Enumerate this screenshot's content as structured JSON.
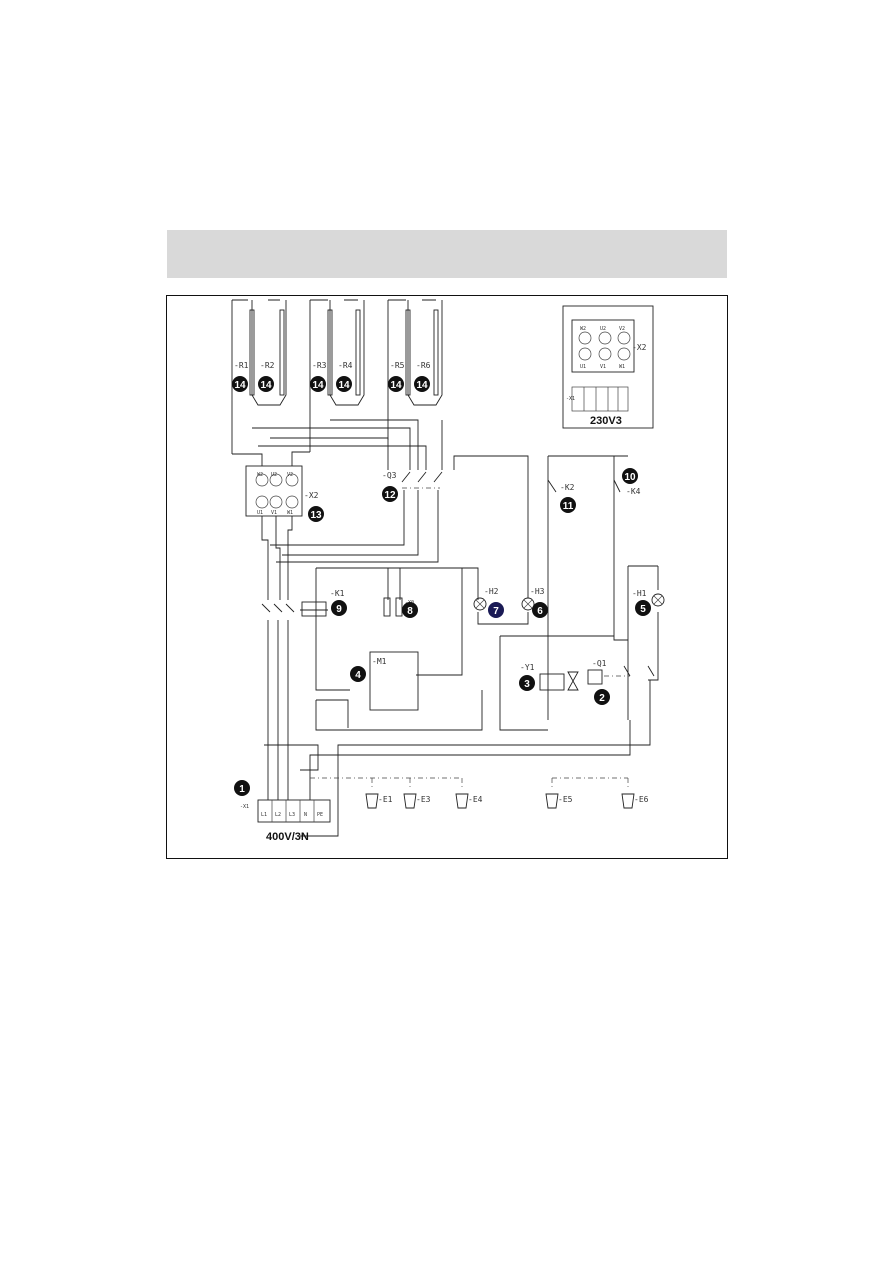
{
  "diagram": {
    "components": {
      "R1": "-R1",
      "R2": "-R2",
      "R3": "-R3",
      "R4": "-R4",
      "R5": "-R5",
      "R6": "-R6",
      "X2": "-X2",
      "X2_inset": "-X2",
      "Q3": "-Q3",
      "K2": "-K2",
      "K4": "-K4",
      "K1": "-K1",
      "X0": "-X0",
      "H2": "-H2",
      "H3": "-H3",
      "H1": "-H1",
      "M1": "-M1",
      "Y1": "-Y1",
      "Q1": "-Q1",
      "X1": "-X1",
      "E1": "-E1",
      "E3": "-E3",
      "E4": "-E4",
      "E5": "-E5",
      "E6": "-E6"
    },
    "terminals_top": [
      "W2",
      "U2",
      "V2"
    ],
    "terminals_bottom": [
      "U1",
      "V1",
      "W1"
    ],
    "mains_terminals": [
      "L1",
      "L2",
      "L3",
      "N",
      "PE"
    ],
    "supply_label": "400V/3N",
    "inset_label": "230V3",
    "inset_terminal_text": "-X1",
    "badges": {
      "b1": "1",
      "b2": "2",
      "b3": "3",
      "b4": "4",
      "b5": "5",
      "b6": "6",
      "b7": "7",
      "b8": "8",
      "b9": "9",
      "b10": "10",
      "b11": "11",
      "b12": "12",
      "b13": "13",
      "b14": "14"
    },
    "colors": {
      "badge": "#111111",
      "badge_highlight": "#1a1a55",
      "header_band": "#d9d9d9"
    }
  }
}
